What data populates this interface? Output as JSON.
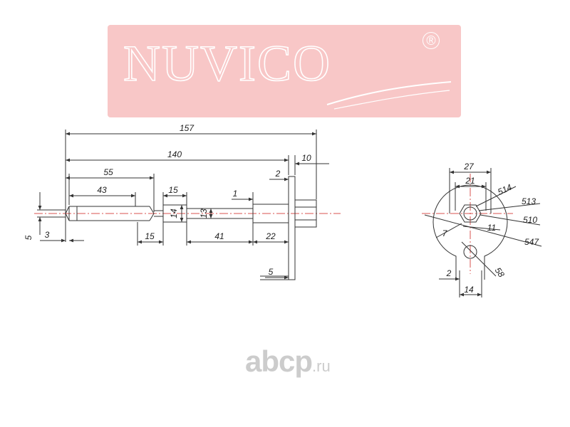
{
  "logo": {
    "brand": "NUVICO",
    "registered_mark": "®",
    "background": "#f8c7c7",
    "stroke": "#ffffff"
  },
  "drawing": {
    "line_color": "#333333",
    "centerline_color": "#d9534f",
    "side_view": {
      "dims": {
        "d157": "157",
        "d140": "140",
        "d10": "10",
        "d2": "2",
        "d55": "55",
        "d43": "43",
        "d15a": "15",
        "d1": "1",
        "d14": "14",
        "d13": "13",
        "d5a": "5",
        "d3": "3",
        "d15b": "15",
        "d41": "41",
        "d22": "22",
        "d5b": "5"
      }
    },
    "end_view": {
      "dims": {
        "d27": "27",
        "d21": "21",
        "d514": "514",
        "d513": "513",
        "d510": "510",
        "d7": "7",
        "d11": "11",
        "d547": "547",
        "d58": "58",
        "d2": "2",
        "d14": "14"
      }
    }
  },
  "watermark": {
    "main": "abcp",
    "tld": ".ru"
  }
}
